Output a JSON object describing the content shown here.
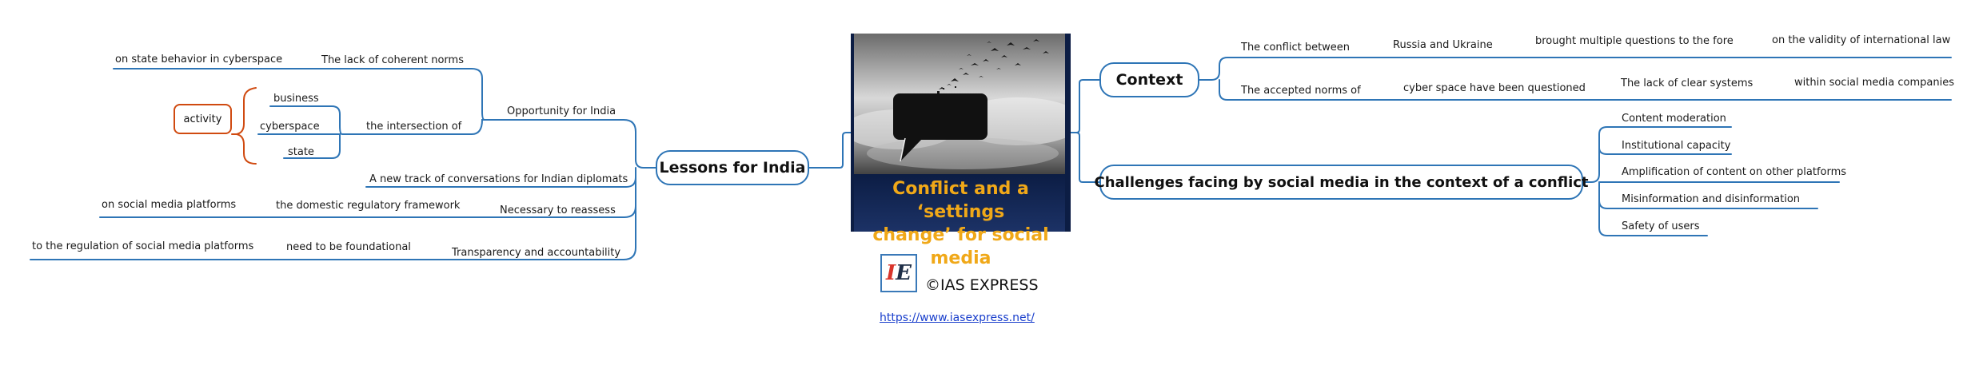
{
  "center": {
    "title_line1": "Conflict and a ‘settings",
    "title_line2": "change’ for social media"
  },
  "branding": {
    "copyright": "©IAS EXPRESS",
    "url": "https://www.iasexpress.net/"
  },
  "left": {
    "lessons": "Lessons for India",
    "opportunity": "Opportunity for India",
    "lack_norms": "The lack of coherent norms",
    "state_behavior": "on state behavior in cyberspace",
    "intersection": "the intersection of",
    "business": "business",
    "cyberspace": "cyberspace",
    "state": "state",
    "activity": "activity",
    "new_track": "A new track of conversations for Indian diplomats",
    "reassess": "Necessary to reassess",
    "domestic": "the domestic regulatory framework",
    "on_platforms": "on social media platforms",
    "transparency": "Transparency and accountability",
    "foundational": "need to be foundational",
    "regulation": "to the regulation of social media platforms"
  },
  "right": {
    "context": "Context",
    "conflict_between": "The conflict between",
    "russia_ukraine": "Russia and Ukraine",
    "brought": "brought multiple questions to the fore",
    "validity": "on the validity of international law",
    "accepted_norms": "The accepted norms of",
    "cyber_questioned": "cyber space have been questioned",
    "lack_systems": "The lack of clear systems",
    "within_companies": "within social media companies",
    "challenges": "Challenges facing by social media in the context of a conflict",
    "content_moderation": "Content moderation",
    "institutional_capacity": "Institutional capacity",
    "amplification": "Amplification of content on other platforms",
    "misinformation": "Misinformation and disinformation",
    "safety": "Safety of users"
  },
  "colors": {
    "branch": "#2e75b6",
    "activity": "#d04a10",
    "title": "#f0a818",
    "link": "#1a3fcc"
  }
}
